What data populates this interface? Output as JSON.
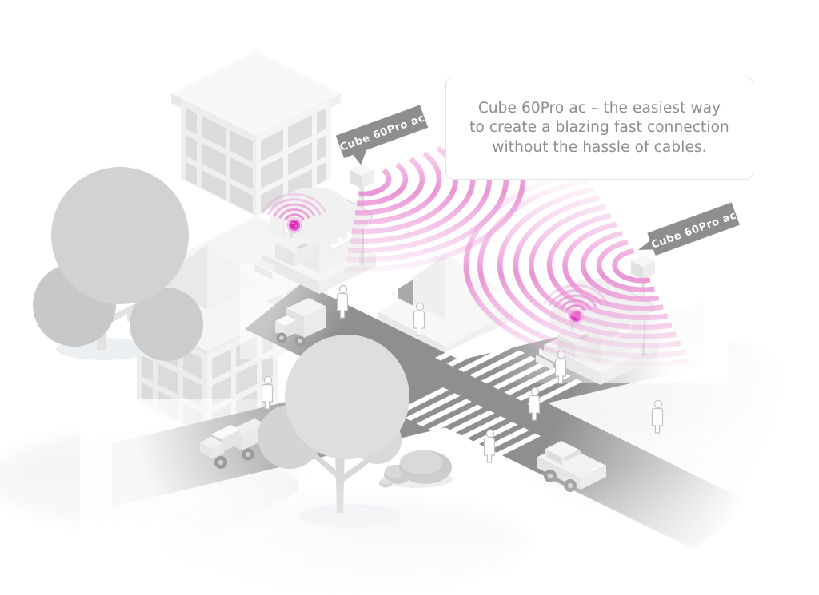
{
  "infobox": {
    "lines": [
      "Cube 60Pro ac – the easiest way",
      "to create a blazing fast connection",
      "without the hassle of cables."
    ]
  },
  "device_labels": {
    "left": "Cube 60Pro ac",
    "right": "Cube 60Pro ac"
  },
  "icons": {
    "wireless_waves": "wifi-arcs-icon",
    "device": "cube-device-icon",
    "signal_dot": "signal-dot-icon"
  },
  "colors": {
    "accent_pink": "#d92bb4",
    "wave_pink": "#e88fd2",
    "label_gray": "#8e8e8e",
    "text_gray": "#8d8d8d",
    "road_gray": "#8f8f8f",
    "building_light": "#f5f5f5",
    "window_gray": "#dbdbdb"
  }
}
